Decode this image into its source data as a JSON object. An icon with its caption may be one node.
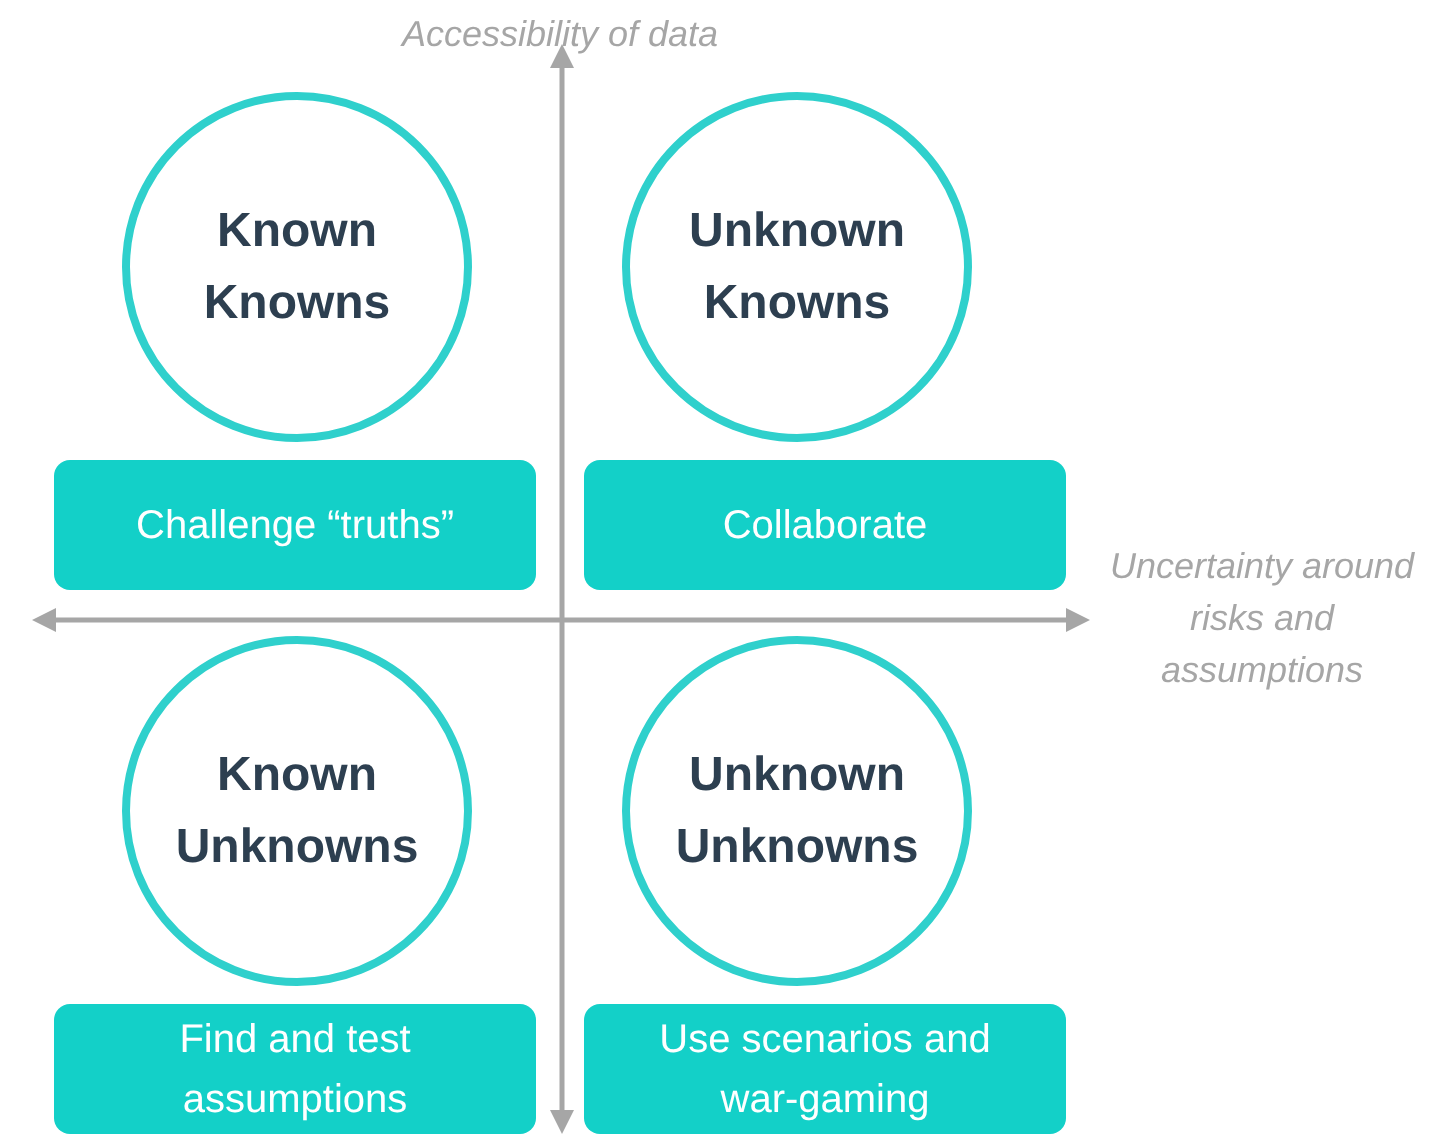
{
  "diagram": {
    "nodes": [
      {
        "text": [
          "Known Knowns"
        ]
      },
      {
        "text": [
          "Unknown Knowns"
        ]
      },
      {
        "text": [
          "Challenge “truths”"
        ]
      },
      {
        "text": [
          "Collaborate"
        ]
      },
      {
        "text": [
          "Known Unknowns"
        ]
      },
      {
        "text": [
          "Unknown Unknowns"
        ]
      },
      {
        "text": [
          "Find and test assumptions"
        ]
      },
      {
        "text": [
          "Use scenarios and war-gaming"
        ]
      }
    ],
    "labels": [
      "Accessibility of data",
      "Uncertainty around risks and assumptions"
    ]
  }
}
